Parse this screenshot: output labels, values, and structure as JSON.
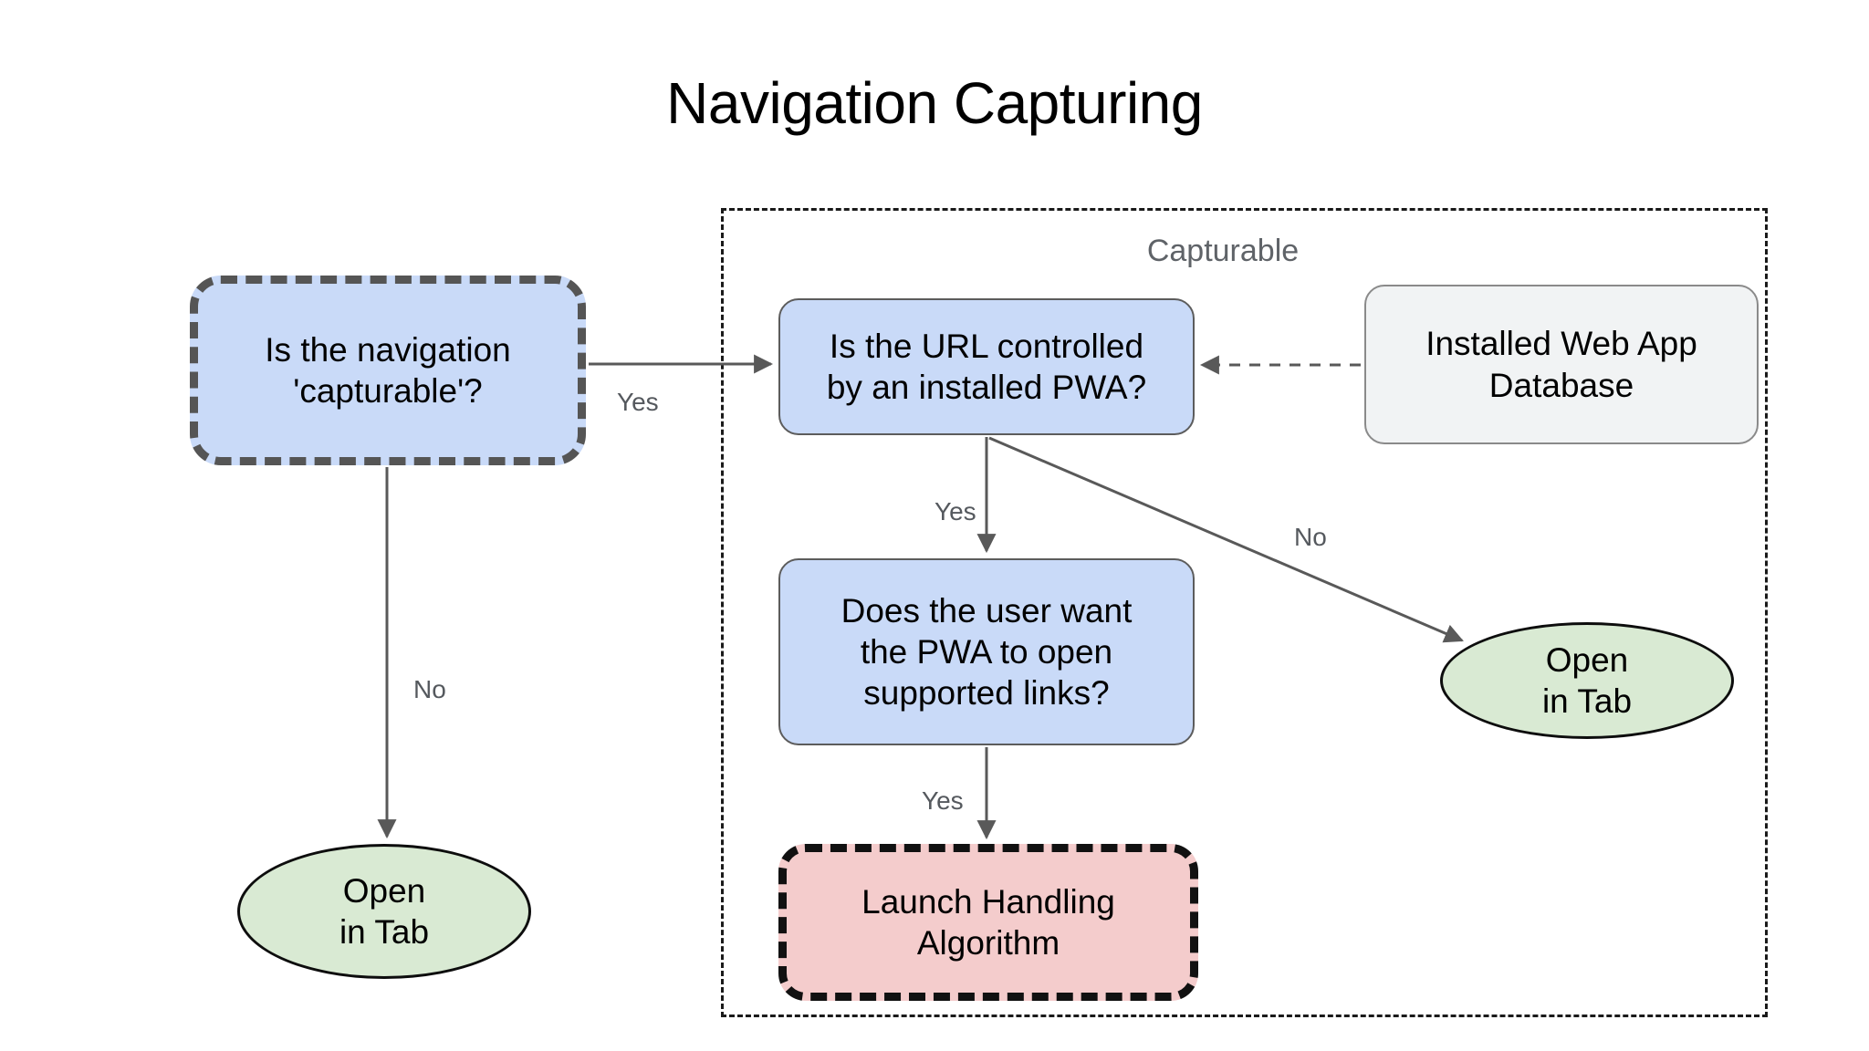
{
  "page": {
    "title": "Navigation Capturing",
    "background_color": "#ffffff"
  },
  "group": {
    "label": "Capturable",
    "border_style": "dashed",
    "border_color": "#1a1a1a"
  },
  "nodes": [
    {
      "id": "is-navigation-capturable",
      "label": "Is the navigation\n'capturable'?",
      "shape": "rounded-rect",
      "fill": "#c9daf8",
      "stroke": "#555555",
      "stroke_style": "thick-dashed"
    },
    {
      "id": "is-url-controlled",
      "label": "Is the URL controlled\nby an installed PWA?",
      "shape": "rounded-rect",
      "fill": "#c9daf8",
      "stroke": "#5c5c5c",
      "stroke_style": "solid"
    },
    {
      "id": "installed-web-app-database",
      "label": "Installed Web App\nDatabase",
      "shape": "rounded-rect",
      "fill": "#f1f3f4",
      "stroke": "#8a8a8a",
      "stroke_style": "solid"
    },
    {
      "id": "does-user-want-pwa",
      "label": "Does the user want\nthe PWA to open\nsupported links?",
      "shape": "rounded-rect",
      "fill": "#c9daf8",
      "stroke": "#5c5c5c",
      "stroke_style": "solid"
    },
    {
      "id": "launch-handling-algorithm",
      "label": "Launch Handling\nAlgorithm",
      "shape": "rounded-rect",
      "fill": "#f4cccc",
      "stroke": "#111111",
      "stroke_style": "thick-dashed"
    },
    {
      "id": "open-in-tab-left",
      "label": "Open\nin Tab",
      "shape": "ellipse",
      "fill": "#d9ead3",
      "stroke": "#0d0d0d",
      "stroke_style": "solid"
    },
    {
      "id": "open-in-tab-right",
      "label": "Open\nin Tab",
      "shape": "ellipse",
      "fill": "#d9ead3",
      "stroke": "#0d0d0d",
      "stroke_style": "solid"
    }
  ],
  "edges": [
    {
      "id": "capturable-yes",
      "from": "is-navigation-capturable",
      "to": "is-url-controlled",
      "label": "Yes",
      "style": "solid"
    },
    {
      "id": "capturable-no",
      "from": "is-navigation-capturable",
      "to": "open-in-tab-left",
      "label": "No",
      "style": "solid"
    },
    {
      "id": "url-yes",
      "from": "is-url-controlled",
      "to": "does-user-want-pwa",
      "label": "Yes",
      "style": "solid"
    },
    {
      "id": "url-no",
      "from": "is-url-controlled",
      "to": "open-in-tab-right",
      "label": "No",
      "style": "solid"
    },
    {
      "id": "user-want-yes",
      "from": "does-user-want-pwa",
      "to": "launch-handling-algorithm",
      "label": "Yes",
      "style": "solid"
    },
    {
      "id": "db-lookup",
      "from": "installed-web-app-database",
      "to": "is-url-controlled",
      "label": "",
      "style": "dashed"
    }
  ],
  "labels": {
    "yes_1": "Yes",
    "no_1": "No",
    "yes_2": "Yes",
    "no_2": "No",
    "yes_3": "Yes"
  },
  "colors": {
    "blue_fill": "#c9daf8",
    "green_fill": "#d9ead3",
    "pink_fill": "#f4cccc",
    "gray_fill": "#f1f3f4",
    "edge_stroke": "#595959",
    "label_text": "#55595e",
    "group_label_text": "#5f6368"
  }
}
